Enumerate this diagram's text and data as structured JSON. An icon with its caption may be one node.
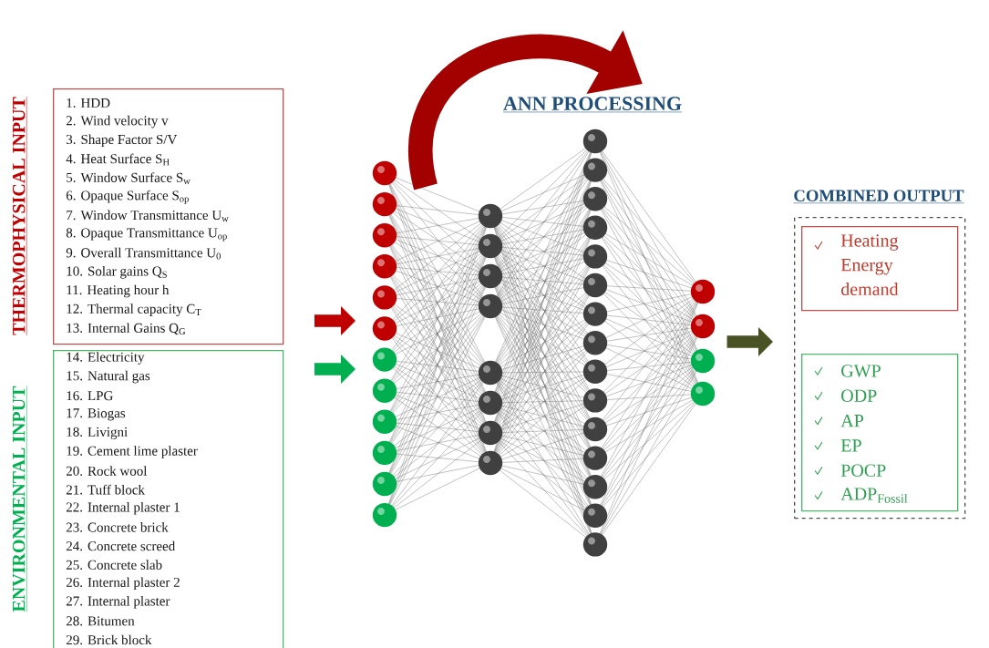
{
  "diagram": {
    "nodes": [
      {
        "text": [
          "THERMOPHYSICAL INPUT",
          "1. HDD",
          "2. Wind velocity v",
          "3. Shape Factor S/V",
          "4. Heat Surface S$_{H}$",
          "5. Window Surface S$_{w}$",
          "6. Opaque Surface S$_{op}$",
          "7. Window Transmittance U$_{w}$",
          "8. Opaque Transmittance U$_{op}$",
          "9. Overall Transmittance U$_{0}$",
          "10. Solar gains Q$_{S}$",
          "11. Heating hour h",
          "12. Thermal capacity C$_{T}$",
          "13. Internal Gains Q$_{G}$"
        ]
      },
      {
        "text": [
          "ENVIRONMENTAL INPUT",
          "14. Electricity",
          "15. Natural gas",
          "16. LPG",
          "17. Biogas",
          "18. Livigni",
          "19. Cement lime plaster",
          "20. Rock wool",
          "21. Tuff block",
          "22. Internal plaster 1",
          "23. Concrete brick",
          "24. Concrete screed",
          "25. Concrete slab",
          "26. Internal plaster 2",
          "27. Internal plaster",
          "28. Bitumen",
          "29. Brick block"
        ]
      },
      {
        "text": [
          "ANN PROCESSING"
        ]
      },
      {
        "text": [
          "COMBINED OUTPUT"
        ]
      },
      {
        "text": [
          "Heating Energy demand"
        ],
        "in": 3
      },
      {
        "text": [
          "GWP",
          "ODP",
          "AP",
          "EP",
          "POCP",
          "ADP$_{Fossil}$"
        ],
        "in": 3
      }
    ],
    "edges": [
      {
        "from": null,
        "to": 2,
        "arrow": "to",
        "style": "thick",
        "color": "#c00000"
      },
      {
        "from": null,
        "to": 2,
        "arrow": "to",
        "style": "thick",
        "color": "#00b050"
      },
      {
        "from": 2,
        "to": 3,
        "arrow": "to",
        "style": "thick"
      }
    ]
  }
}
